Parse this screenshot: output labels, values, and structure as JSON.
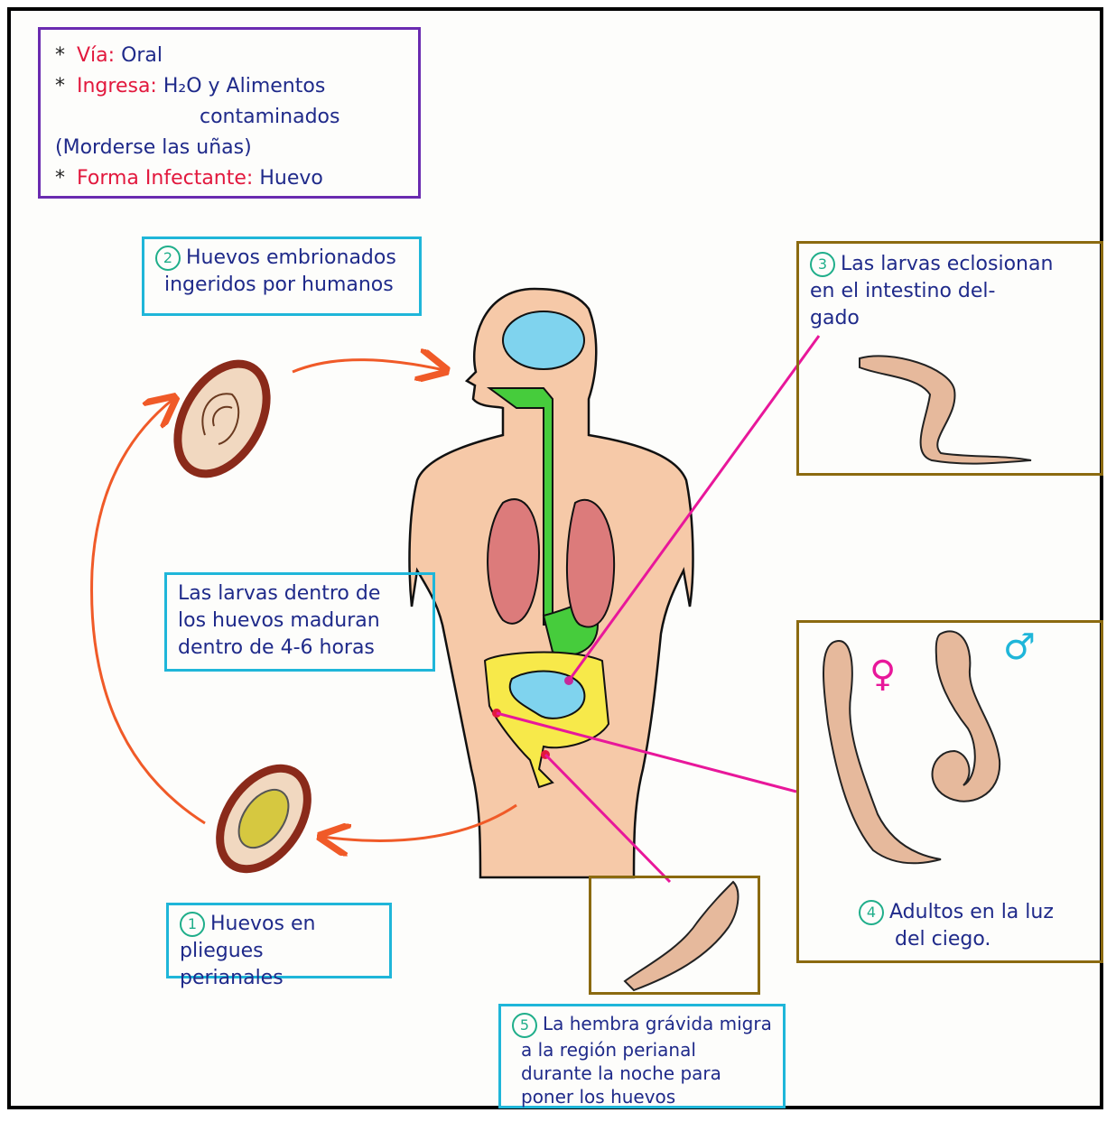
{
  "info": {
    "route_label": "Vía:",
    "route_value": "Oral",
    "entry_label": "Ingresa:",
    "entry_value_line1": "H₂O y Alimentos",
    "entry_value_line2": "contaminados",
    "entry_note": "(Morderse las uñas)",
    "infective_label": "Forma Infectante:",
    "infective_value": "Huevo",
    "bullet": "*"
  },
  "steps": [
    {
      "number": "1",
      "lines": [
        "Huevos en pliegues",
        "perianales"
      ]
    },
    {
      "number": "2",
      "lines": [
        "Huevos embrionados",
        "ingeridos por humanos"
      ]
    },
    {
      "number": "3",
      "lines": [
        "Las larvas eclosionan",
        "en el intestino del-",
        "gado"
      ]
    },
    {
      "number": "4",
      "lines": [
        "Adultos en la luz",
        "del ciego."
      ]
    },
    {
      "number": "5",
      "lines": [
        "La hembra grávida migra",
        "a la región perianal",
        "durante la noche para",
        "poner los huevos"
      ]
    }
  ],
  "maturation_note": [
    "Las larvas dentro de",
    "los huevos maduran",
    "dentro de 4-6 horas"
  ],
  "symbols": {
    "female": "♀",
    "male": "♂"
  },
  "colors": {
    "arrow": "#f05a28",
    "pointer": "#e8179a",
    "border_info": "#6a2bb0",
    "border_cyan": "#1fb6d9",
    "border_olive": "#8b6a10",
    "text_blue": "#1f2a8a",
    "text_red": "#e2183d",
    "step_number": "#1fae8a",
    "skin": "#f6c9a8",
    "brain": "#7fd3ee",
    "esophagus": "#46cc3c",
    "lungs": "#dc7b7b",
    "colon": "#f7e94a",
    "small_intestine": "#7fd3ee",
    "worm": "#e6b99c",
    "egg_shell": "#8a2a1a"
  }
}
